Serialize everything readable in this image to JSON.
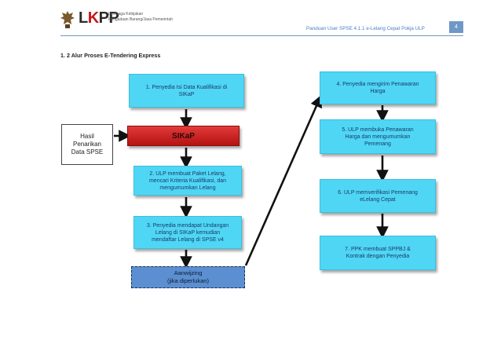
{
  "header": {
    "logo_text_prefix": "L",
    "logo_text_red": "K",
    "logo_text_suffix": "PP",
    "logo_sub1": "Lembaga Kebijakan",
    "logo_sub2": "Pengadaan Barang/Jasa Pemerintah",
    "doc_title": "Panduan User SPSE 4.1.1 e-Lelang Cepat Pokja ULP",
    "page_number": "4"
  },
  "section": {
    "heading": "1. 2  Alur Proses E-Tendering Express"
  },
  "flow": {
    "hasil": "Hasil\nPenarikan\nData SPSE",
    "sikap": "SIKaP",
    "step1": "1. Penyedia Isi Data Kualifikasi di\nSIKaP",
    "step2": "2. ULP membuat Paket Lelang,\nmencari Kriteria Kualifikasi, dan\nmengumumkan Lelang",
    "step3": "3. Penyedia mendapat Undangan\nLelang di SIKaP kemudian\nmendaftar Lelang di SPSE v4",
    "aanwijzing": "Aanwijzing\n(jika diperlukan)",
    "step4": "4. Penyedia mengirim Penawaran\nHarga",
    "step5": "5. ULP membuka Penawaran\nHarga dan mengumumkan\nPemenang",
    "step6": "6. ULP memverifikasi Pemenang\neLelang Cepat",
    "step7": "7. PPK membuat SPPBJ &\nKontrak dengan Penyedia"
  },
  "colors": {
    "box_fill": "#4fd6f5",
    "sikap_fill": "#d42a2a",
    "aanwijzing_fill": "#5b8fd1",
    "header_accent": "#6f98c7",
    "logo_red": "#c8151b"
  }
}
